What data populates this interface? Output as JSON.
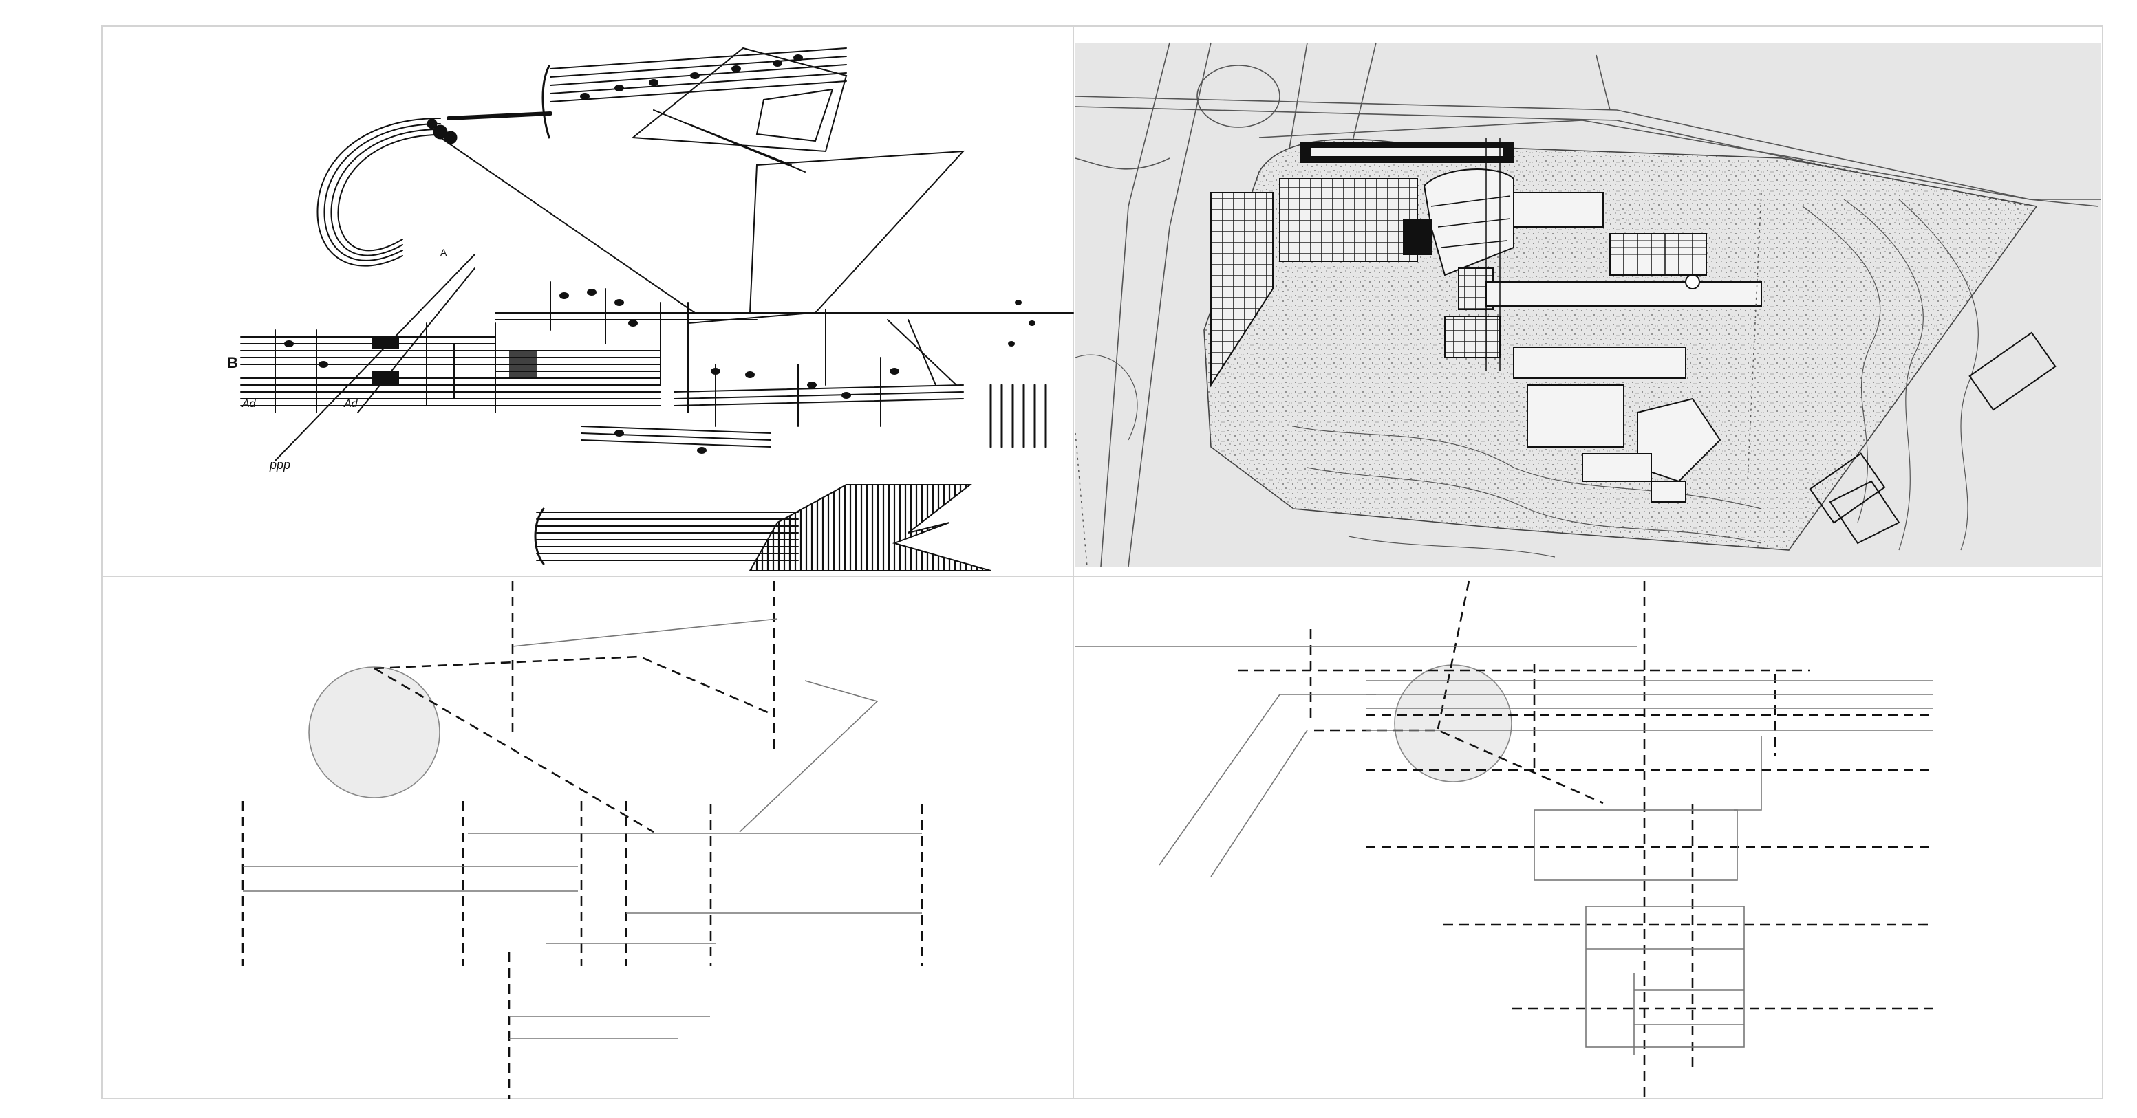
{
  "colors": {
    "background": "#ffffff",
    "panel_border": "#d4d4d4",
    "map_background": "#e6e6e6",
    "ink": "#111111",
    "thin_line": "#777777",
    "circle_fill": "#ececec"
  },
  "panels": [
    {
      "id": "score",
      "kind": "graphic-music-score"
    },
    {
      "id": "siteplan",
      "kind": "architectural-site-plan"
    },
    {
      "id": "score-abstraction",
      "kind": "line-diagram"
    },
    {
      "id": "plan-abstraction",
      "kind": "line-diagram"
    }
  ],
  "score_texts": {
    "clef_letter": "B",
    "marking_1": "Ad",
    "marking_2": "Ad",
    "marking_3": "ppp",
    "marking_4": "A"
  }
}
